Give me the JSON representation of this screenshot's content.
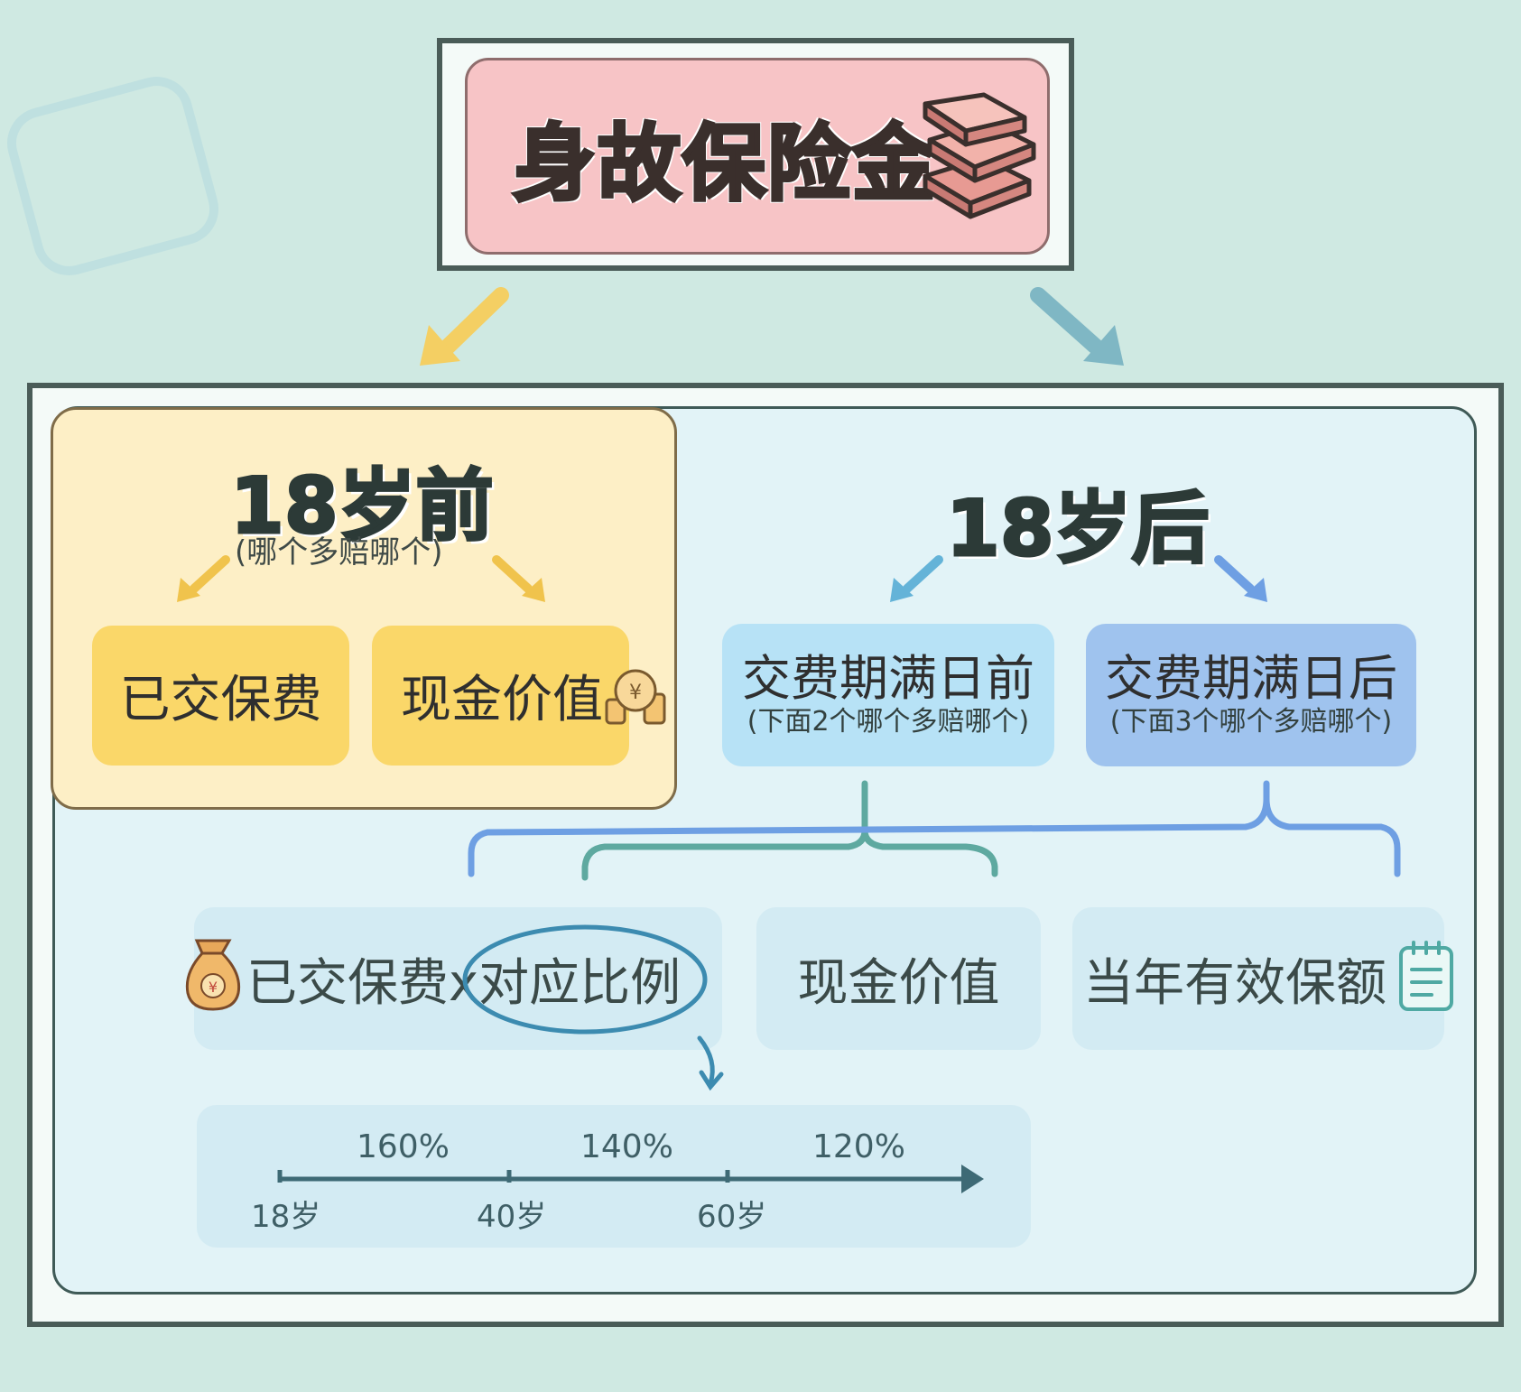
{
  "title": "身故保险金",
  "before18": {
    "heading": "18岁前",
    "note": "(哪个多赔哪个)",
    "items": [
      "已交保费",
      "现金价值"
    ]
  },
  "after18": {
    "heading": "18岁后",
    "branches": [
      {
        "label": "交费期满日前",
        "note": "(下面2个哪个多赔哪个)"
      },
      {
        "label": "交费期满日后",
        "note": "(下面3个哪个多赔哪个)"
      }
    ],
    "options": [
      "已交保费x对应比例",
      "现金价值",
      "当年有效保额"
    ]
  },
  "timeline": {
    "ages": [
      "18岁",
      "40岁",
      "60岁"
    ],
    "ratios": [
      "160%",
      "140%",
      "120%"
    ]
  },
  "colors": {
    "background": "#cfe9e2",
    "title_fill": "#f7c4c6",
    "yellow_panel": "#fdefc6",
    "yellow_pill": "#fad769",
    "blue_pill": "#b7e2f6",
    "blue2_pill": "#9fc3ee"
  },
  "icons": [
    "money-stack-icon",
    "coin-stack-icon",
    "money-bag-icon",
    "notepad-icon"
  ]
}
